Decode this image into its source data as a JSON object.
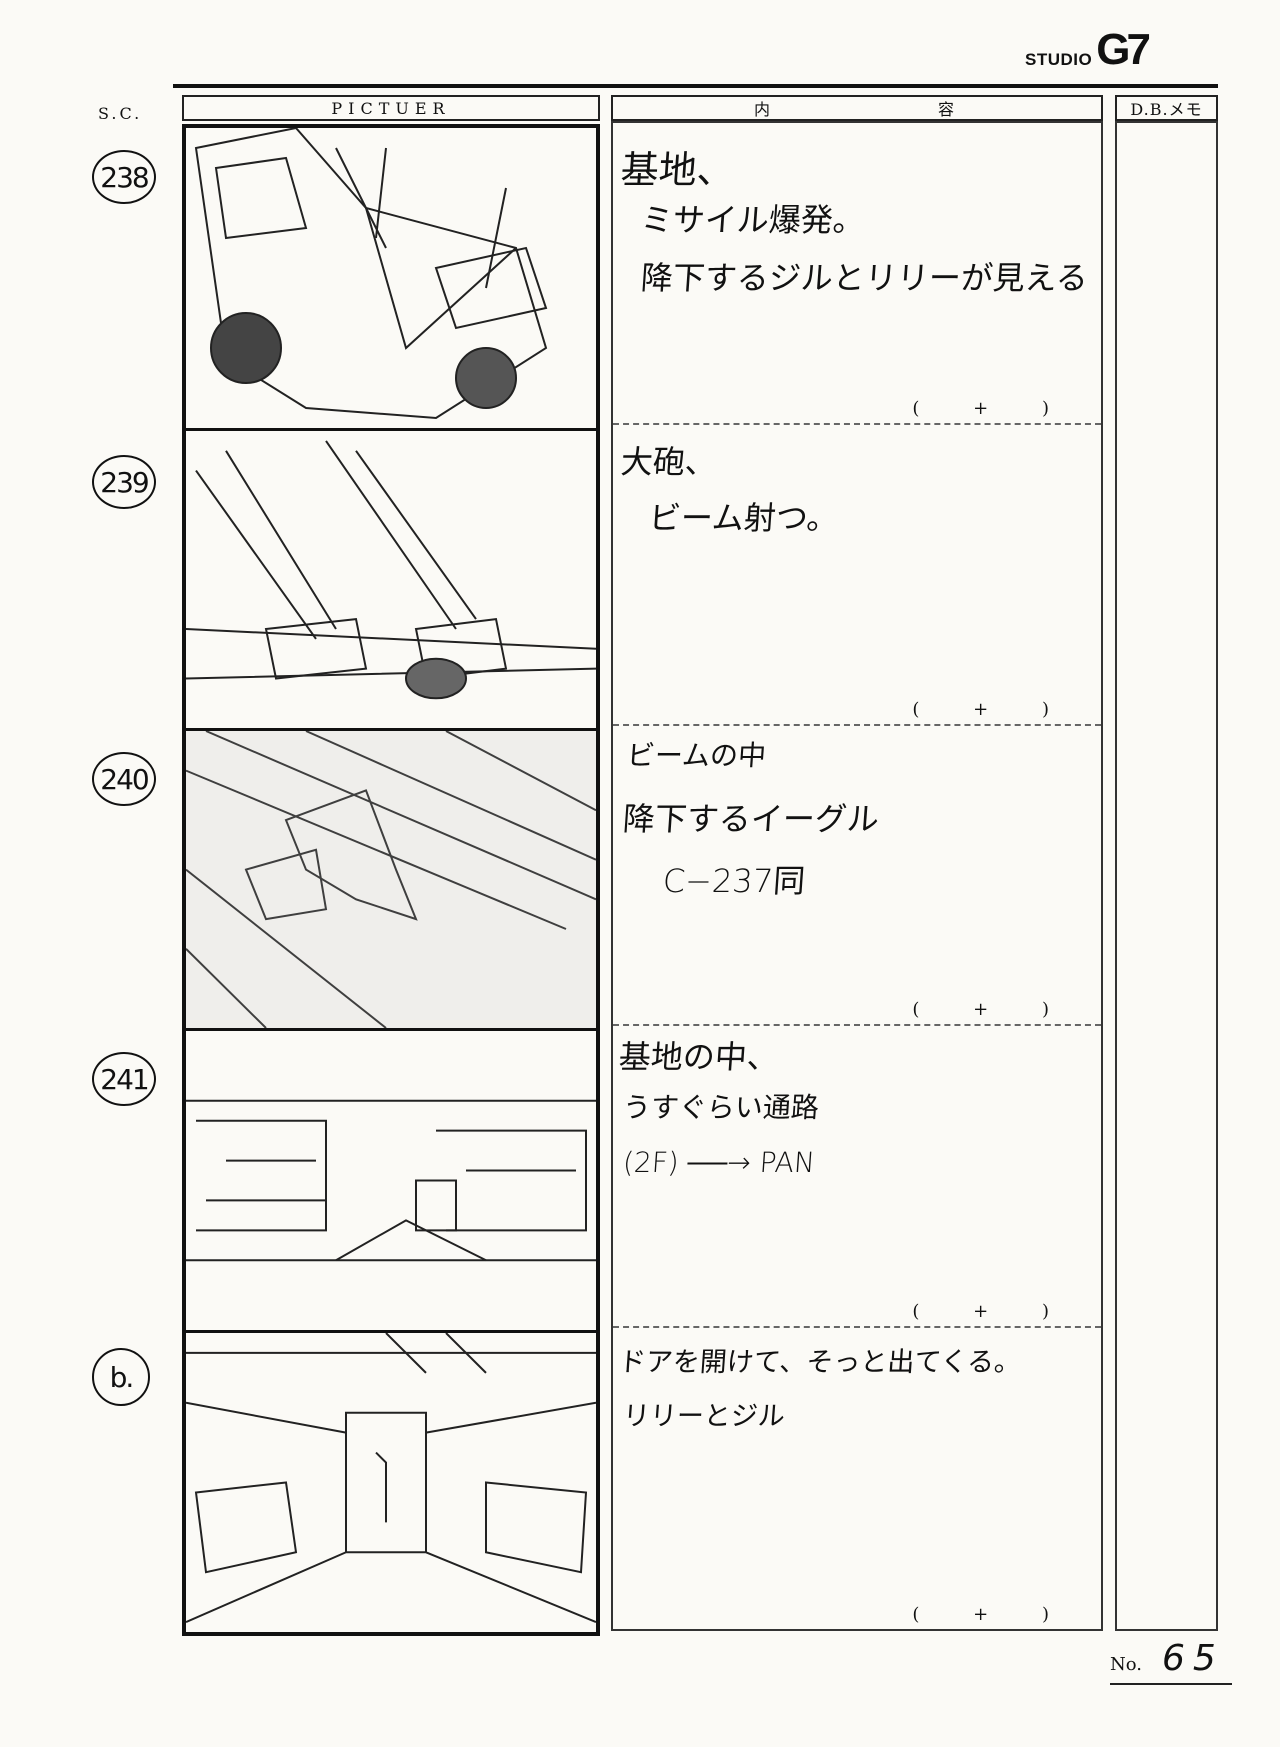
{
  "header": {
    "logo_studio": "STUDIO",
    "logo_mark": "G7",
    "sc_label": "S.C.",
    "picture_label": "PICTUER",
    "content_label_1": "内",
    "content_label_2": "容",
    "memo_label": "D.B.メモ"
  },
  "scenes": [
    {
      "number": "238",
      "lines": [
        "基地、",
        "ミサイル爆発。",
        "降下するジルとリリーが見える"
      ],
      "time": "( + )"
    },
    {
      "number": "239",
      "lines": [
        "大砲、",
        "ビーム射つ。"
      ],
      "time": "( + )"
    },
    {
      "number": "240",
      "lines": [
        "ビームの中",
        "降下するイーグル",
        "C−237同"
      ],
      "time": "( + )"
    },
    {
      "number": "241",
      "lines": [
        "基地の中、",
        "うすぐらい通路",
        "(2F) ──→ PAN"
      ],
      "time": "( + )"
    },
    {
      "number": "b.",
      "lines": [
        "ドアを開けて、そっと出てくる。",
        "リリーとジル"
      ],
      "time": "( + )"
    }
  ],
  "footer": {
    "page_label": "No.",
    "page_number": "65"
  }
}
